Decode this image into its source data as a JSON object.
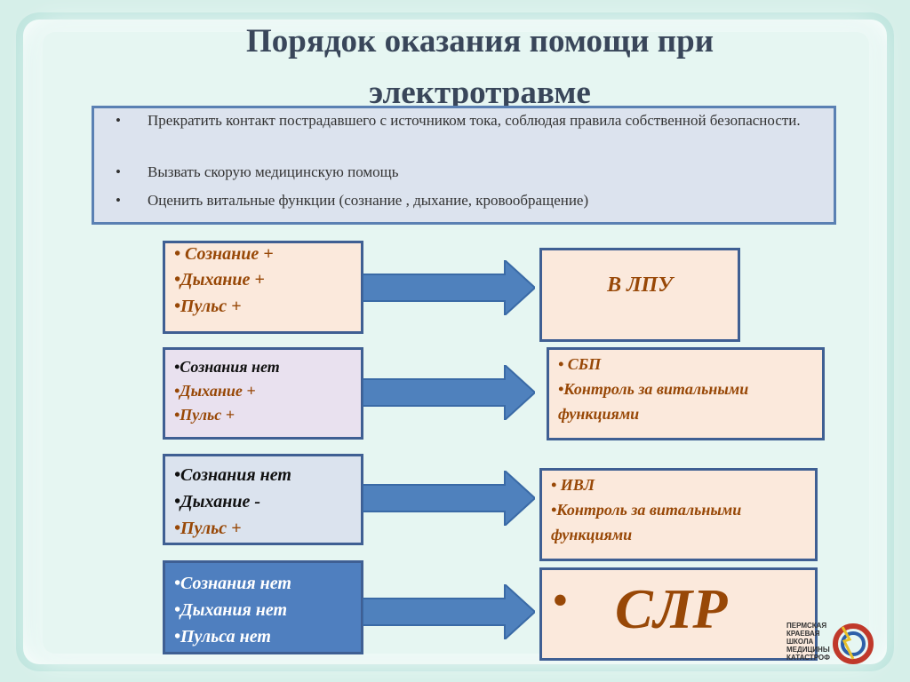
{
  "title": {
    "line1": "Порядок оказания помощи при",
    "line2": "электротравме"
  },
  "steps": [
    "Прекратить контакт пострадавшего с источником тока, соблюдая правила собственной безопасности.",
    "Вызвать скорую медицинскую помощь",
    "Оценить витальные функции (сознание , дыхание, кровообращение)"
  ],
  "bullet": "•",
  "rows": [
    {
      "condition": [
        "• Сознание +",
        "•Дыхание  +",
        "•Пульс +"
      ],
      "action": [
        "В ЛПУ"
      ]
    },
    {
      "condition": [
        "•Сознания нет",
        "•Дыхание  +",
        "•Пульс +"
      ],
      "action": [
        "• СБП",
        "•Контроль за витальными",
        "функциями"
      ]
    },
    {
      "condition": [
        "•Сознания нет",
        "•Дыхание  -",
        "•Пульс +"
      ],
      "action": [
        "•  ИВЛ",
        "•Контроль за витальными",
        "функциями"
      ]
    },
    {
      "condition": [
        "•Сознания нет",
        "•Дыхания   нет",
        "•Пульса  нет"
      ],
      "action": [
        "•",
        "СЛР"
      ]
    }
  ],
  "logo": {
    "lines": [
      "ПЕРМСКАЯ",
      "КРАЕВАЯ",
      "ШКОЛА",
      "МЕДИЦИНЫ",
      "КАТАСТРОФ"
    ]
  },
  "colors": {
    "arrow": "#4f81bd",
    "text_brown": "#984807",
    "border": "#3f5f93"
  }
}
